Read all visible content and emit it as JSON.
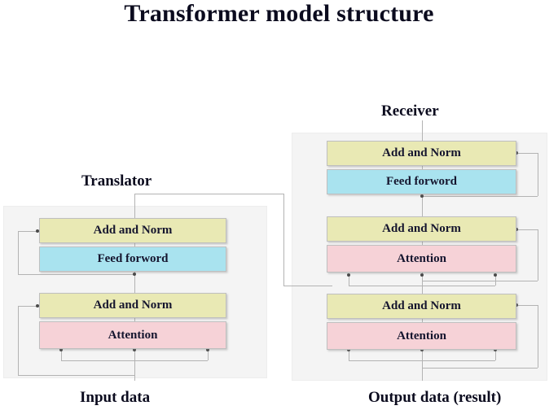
{
  "title": "Transformer model structure",
  "sections": {
    "encoder": {
      "heading": "Translator",
      "footer": "Input data",
      "blocks": [
        {
          "label": "Add and Norm",
          "color": "#e9e9b4",
          "kind": "norm"
        },
        {
          "label": "Feed forword",
          "color": "#a9e3ef",
          "kind": "feedforward"
        },
        {
          "label": "Add and Norm",
          "color": "#e9e9b4",
          "kind": "norm"
        },
        {
          "label": "Attention",
          "color": "#f6d2d7",
          "kind": "attention"
        }
      ]
    },
    "decoder": {
      "heading": "Receiver",
      "footer": "Output data (result)",
      "blocks": [
        {
          "label": "Add and Norm",
          "color": "#e9e9b4",
          "kind": "norm"
        },
        {
          "label": "Feed forword",
          "color": "#a9e3ef",
          "kind": "feedforward"
        },
        {
          "label": "Add and Norm",
          "color": "#e9e9b4",
          "kind": "norm"
        },
        {
          "label": "Attention",
          "color": "#f6d2d7",
          "kind": "attention"
        },
        {
          "label": "Add and Norm",
          "color": "#e9e9b4",
          "kind": "norm"
        },
        {
          "label": "Attention",
          "color": "#f6d2d7",
          "kind": "attention"
        }
      ]
    }
  },
  "colors": {
    "panel_background": "#f4f4f4",
    "norm_block": "#e9e9b4",
    "feedforward_block": "#a9e3ef",
    "attention_block": "#f6d2d7",
    "connector_line": "#b3b3b3",
    "text": "#0b0b1e",
    "page_background": "#ffffff"
  }
}
